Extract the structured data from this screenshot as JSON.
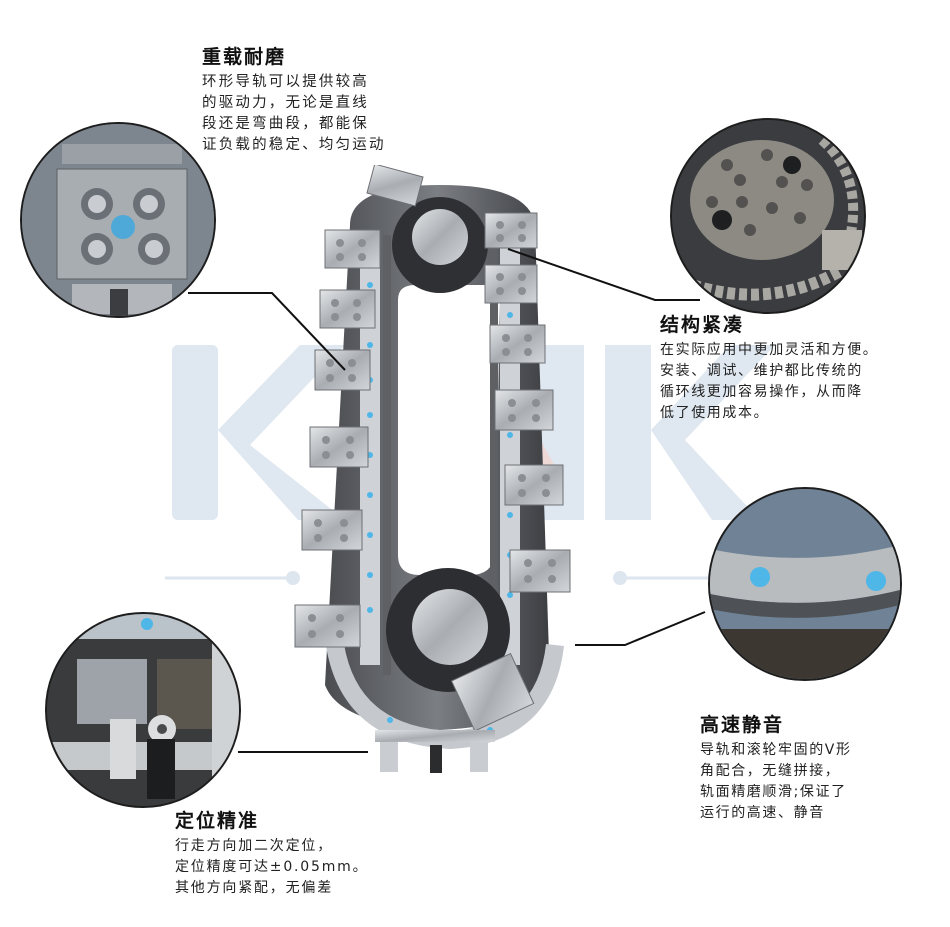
{
  "watermark": {
    "letters": "KNK",
    "color": "#dfe7f0",
    "accent_color": "#f3d6cf",
    "divider_color": "#dde5ee"
  },
  "features": [
    {
      "id": "heavy-load",
      "title": "重载耐磨",
      "lines": [
        "环形导轨可以提供较高",
        "的驱动力，无论是直线",
        "段还是弯曲段，都能保",
        "证负载的稳定、均匀运动"
      ]
    },
    {
      "id": "compact-structure",
      "title": "结构紧凑",
      "lines": [
        "在实际应用中更加灵活和方便。",
        "安装、调试、维护都比传统的",
        "循环线更加容易操作，从而降",
        "低了使用成本。"
      ]
    },
    {
      "id": "high-speed-silent",
      "title": "高速静音",
      "lines": [
        "导轨和滚轮牢固的V形",
        "角配合，无缝拼接，",
        "轨面精磨顺滑;保证了",
        "运行的高速、静音"
      ]
    },
    {
      "id": "precise-positioning",
      "title": "定位精准",
      "lines": [
        "行走方向加二次定位，",
        "定位精度可达±0.05mm。",
        "其他方向紧配，无偏差"
      ]
    }
  ],
  "colors": {
    "marker_blue": "#4fb6e8",
    "metal_light": "#c9ccd0",
    "metal_dark": "#3b3d40",
    "callout_line": "#111111"
  }
}
